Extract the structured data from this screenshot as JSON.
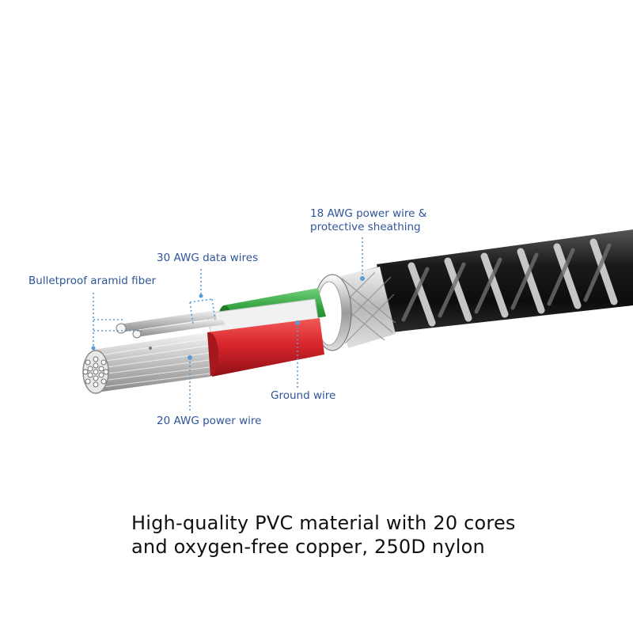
{
  "labels": {
    "power_wire_18": [
      "18 AWG power wire &",
      "protective sheathing"
    ],
    "data_wires_30": "30 AWG data wires",
    "aramid_fiber": "Bulletproof aramid fiber",
    "ground_wire": "Ground wire",
    "power_wire_20": "20 AWG power wire"
  },
  "caption": {
    "line1": "High-quality PVC material with 20 cores",
    "line2": "and oxygen-free copper, 250D nylon"
  },
  "colors": {
    "label_text": "#2f5597",
    "leader_line": "#5b9bd5",
    "green_wire": "#2e9e3a",
    "red_wire": "#d8262c",
    "nylon_braid_dark": "#1a1a1a",
    "nylon_braid_light": "#d9d9d9",
    "caption_text": "#111111"
  }
}
